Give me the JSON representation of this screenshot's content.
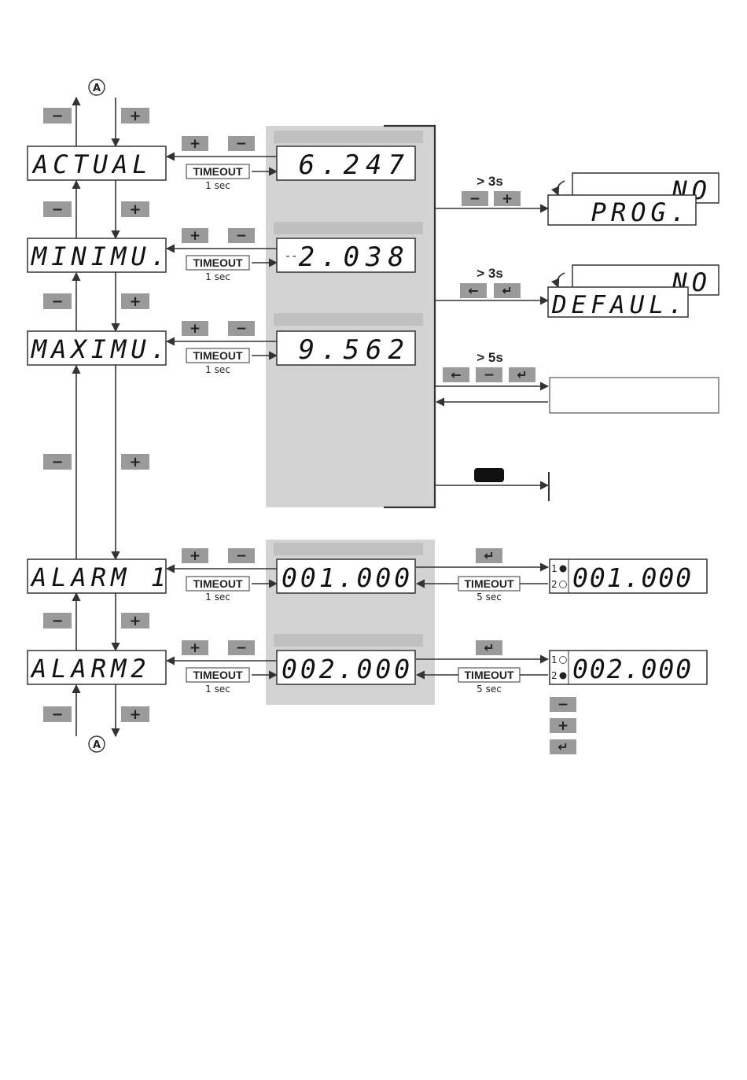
{
  "connector": "A",
  "menus": {
    "actual": "ACTUAL",
    "minimu": "MINIMU.",
    "maximu": "MAXIMU.",
    "alarm1": "ALARM 1",
    "alarm2": "ALARM2"
  },
  "values": {
    "actual": "6.247",
    "minimu": "2.038",
    "minimu_sign": "--",
    "maximu": "9.562",
    "alarm1": "001.000",
    "alarm2": "002.000",
    "alarm1_edit": "001.000",
    "alarm2_edit": "002.000"
  },
  "timeout": {
    "label": "TIMEOUT",
    "short": "1 sec",
    "long": "5 sec"
  },
  "buttons": {
    "plus": "+",
    "minus": "−",
    "left": "←",
    "enter": "↵"
  },
  "branches": {
    "prog_time": "> 3s",
    "prog_label": "PROG.",
    "prog_value": "NO",
    "default_time": "> 3s",
    "default_label": "DEFAUL.",
    "default_value": "NO",
    "reset_time": "> 5s"
  },
  "leds": {
    "one": "1",
    "two": "2"
  }
}
